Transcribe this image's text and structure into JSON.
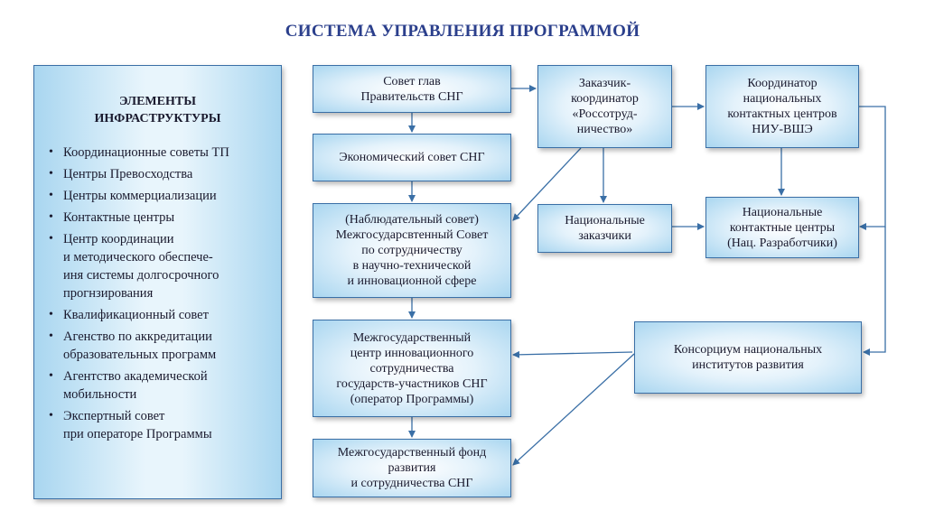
{
  "title": "СИСТЕМА УПРАВЛЕНИЯ  ПРОГРАММОЙ",
  "infrastructure": {
    "heading": "ЭЛЕМЕНТЫ\nИНФРАСТРУКТУРЫ",
    "items": [
      "Координационные советы ТП",
      "Центры Превосходства",
      "Центры коммерциализации",
      "Контактные центры",
      "Центр координации\nи методического обеспече-\nиня системы долгосрочного\nпрогнзирования",
      "Квалификационный совет",
      "Агенство по аккредитации\nобразовательных программ",
      "Агентство академической\nмобильности",
      "Экспертный совет\nпри операторе Программы"
    ],
    "bullet": "•"
  },
  "boxes": {
    "council_heads": "Совет глав\nПравительств СНГ",
    "economic_council": "Экономический совет СНГ",
    "supervisory_council": "(Наблюдательный совет)\nМежгосударсвтенный Совет\nпо сотрудничеству\nв научно-технической\nи инновационной сфере",
    "innovation_center": "Межгосударственный\nцентр инновационного\nсотрудничества\nгосударств-участников СНГ\n(оператор Программы)",
    "fund": "Межгосударственный фонд\nразвития\nи сотрудничества СНГ",
    "customer_coordinator": "Заказчик-\nкоординатор\n«Россотруд-\nничество»",
    "national_customers": "Национальные\nзаказчики",
    "coordinator_ncc": "Координатор\nнациональных\nконтактных центров\nНИУ-ВШЭ",
    "national_contact_centers": "Национальные\nконтактные центры\n(Нац. Разработчики)",
    "consortium": "Консорциум национальных\nинститутов развития"
  }
}
